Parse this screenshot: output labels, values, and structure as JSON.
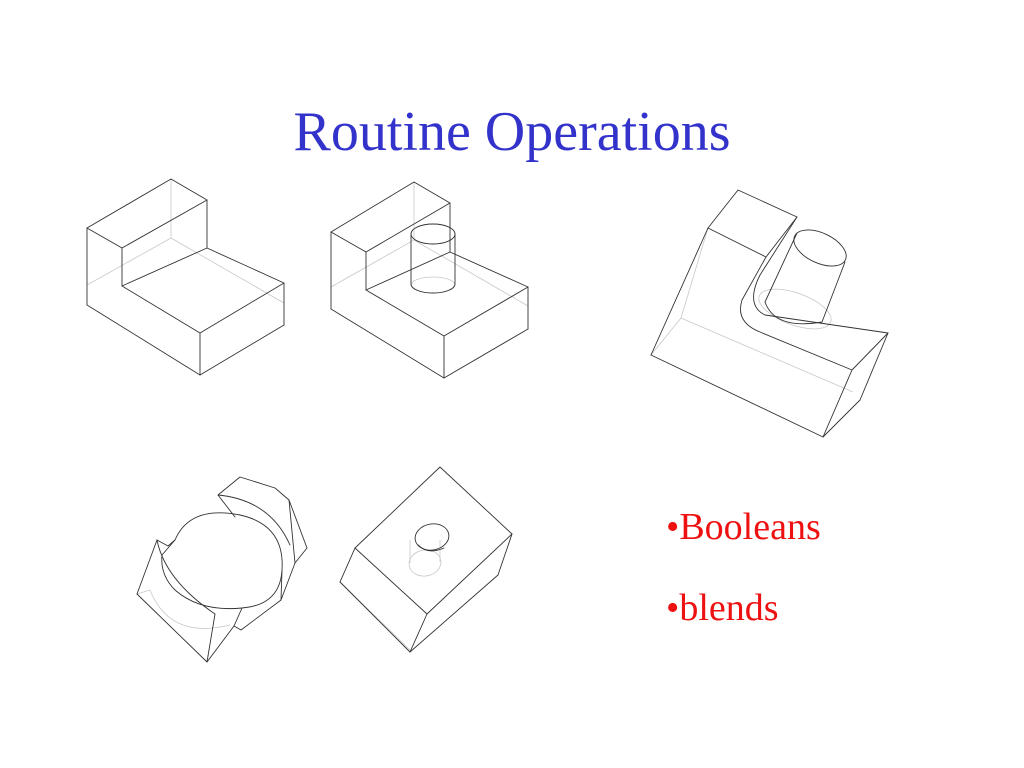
{
  "slide": {
    "title": "Routine Operations",
    "title_color": "#3333cc",
    "bullets": [
      {
        "marker": "•",
        "text": "Booleans"
      },
      {
        "marker": "•",
        "text": "blends"
      }
    ],
    "bullet_color": "#ee1111"
  },
  "figures": [
    {
      "name": "l-block",
      "description_icon": "l-shaped-block-wireframe"
    },
    {
      "name": "l-block-with-cylinder",
      "description_icon": "l-block-cylinder-boss-wireframe"
    },
    {
      "name": "blended-l-block-with-cylinder",
      "description_icon": "blended-l-block-wireframe"
    },
    {
      "name": "block-with-cylindrical-cut",
      "description_icon": "block-cylindrical-cut-wireframe"
    },
    {
      "name": "block-with-hole",
      "description_icon": "block-hole-wireframe"
    }
  ]
}
